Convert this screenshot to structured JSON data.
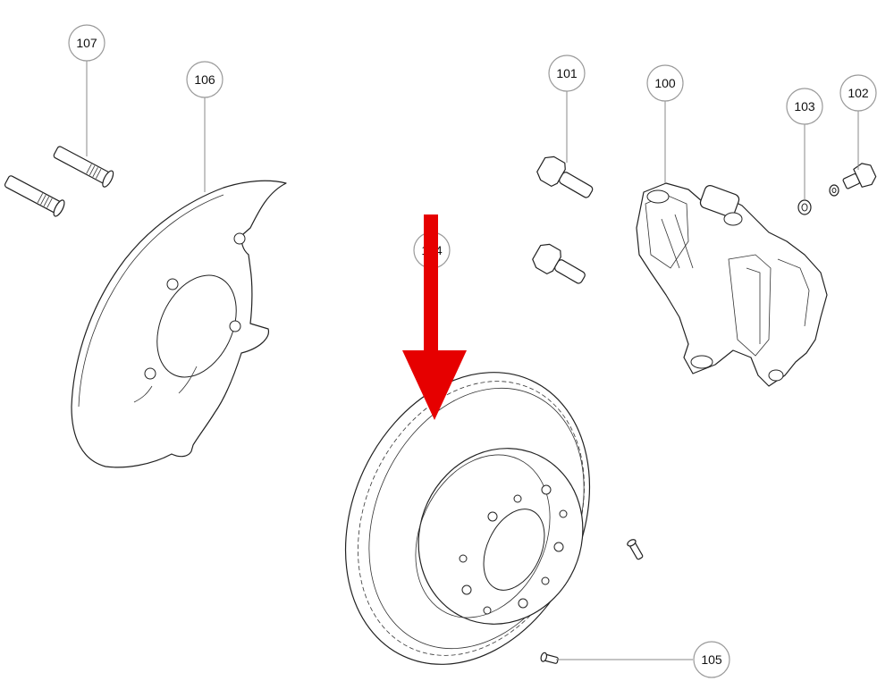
{
  "callouts": [
    {
      "id": "c107",
      "label": "107"
    },
    {
      "id": "c106",
      "label": "106"
    },
    {
      "id": "c101",
      "label": "101"
    },
    {
      "id": "c100",
      "label": "100"
    },
    {
      "id": "c103",
      "label": "103"
    },
    {
      "id": "c102",
      "label": "102"
    },
    {
      "id": "c104",
      "label": "104"
    },
    {
      "id": "c105",
      "label": "105"
    }
  ],
  "colors": {
    "arrow": "#e60000",
    "line": "#222222",
    "callout_border": "#9a9a9a",
    "background": "#ffffff"
  }
}
